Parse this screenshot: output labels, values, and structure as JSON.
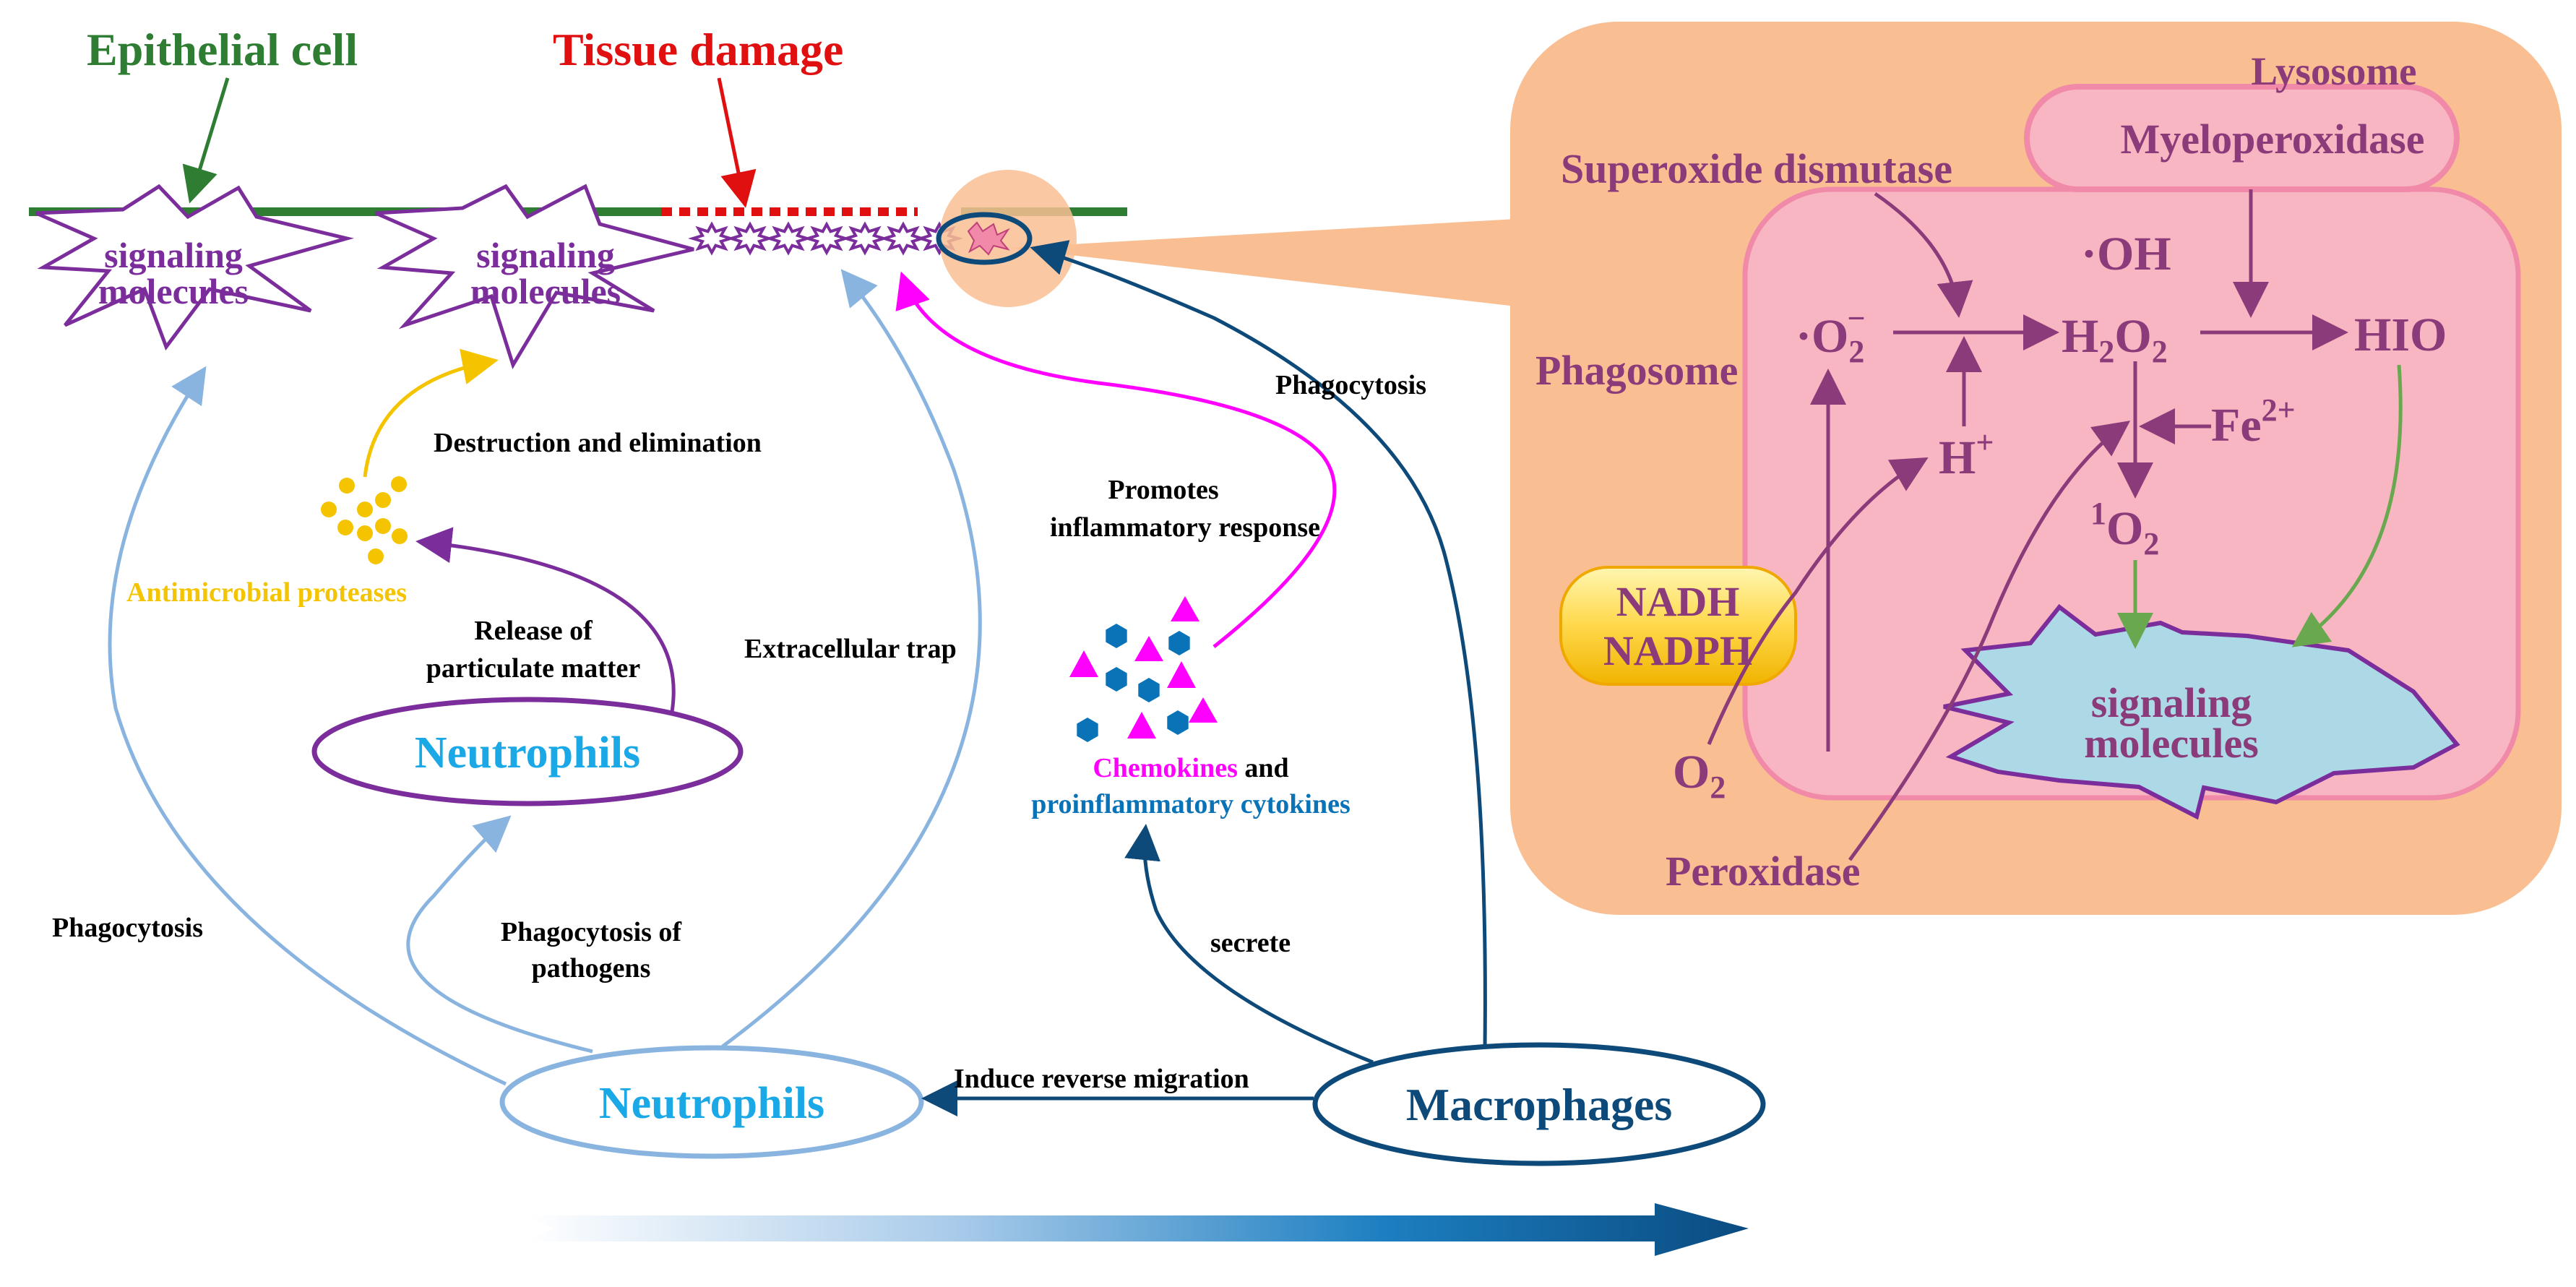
{
  "labels": {
    "epithelial_cell": "Epithelial cell",
    "tissue_damage": "Tissue damage",
    "signaling_line1": "signaling",
    "signaling_line2": "molecules",
    "destruction": "Destruction and elimination",
    "antimicrobial": "Antimicrobial proteases",
    "release_line1": "Release of",
    "release_line2": "particulate matter",
    "extracellular_trap": "Extracellular trap",
    "neutrophils": "Neutrophils",
    "phagocytosis": "Phagocytosis",
    "phago_pathogens_line1": "Phagocytosis of",
    "phago_pathogens_line2": "pathogens",
    "promotes_line1": "Promotes",
    "promotes_line2": "inflammatory response",
    "chemokines": "Chemokines",
    "and": " and",
    "cytokines": "proinflammatory cytokines",
    "secrete": "secrete",
    "induce_reverse": "Induce reverse migration",
    "macrophages": "Macrophages"
  },
  "inset": {
    "lysosome": "Lysosome",
    "myeloperoxidase": "Myeloperoxidase",
    "superoxide_dismutase": "Superoxide dismutase",
    "phagosome": "Phagosome",
    "oh": "·OH",
    "superoxide_base": "·O",
    "superoxide_sub": "2",
    "superoxide_sup": "−",
    "h2o2_a": "H",
    "h2o2_b": "2",
    "h2o2_c": "O",
    "h2o2_d": "2",
    "hio": "HIO",
    "h_plus_base": "H",
    "h_plus_sup": "+",
    "fe_base": "Fe",
    "fe_sup": "2+",
    "singlet_sup": "1",
    "singlet_base": "O",
    "singlet_sub": "2",
    "nadh": "NADH",
    "nadph": "NADPH",
    "o2_base": "O",
    "o2_sub": "2",
    "peroxidase": "Peroxidase",
    "signaling_line1": "signaling",
    "signaling_line2": "molecules"
  },
  "colors": {
    "epithelial_green": "#2e7d32",
    "tissue_red": "#e01010",
    "purple": "#7b2d9b",
    "inset_purple": "#8b3a7a",
    "neutrophil_cyan": "#1aa8e6",
    "neutrophil_outline": "#8ab4e0",
    "macrophage_navy": "#0d4a7a",
    "magenta": "#ff00ff",
    "antimicrobial_yellow": "#f5c400",
    "inset_orange": "#f9bf93",
    "phagosome_pink": "#f7b6c2",
    "phagosome_border": "#f08aa8",
    "cytokine_blue": "#0a73b8"
  }
}
